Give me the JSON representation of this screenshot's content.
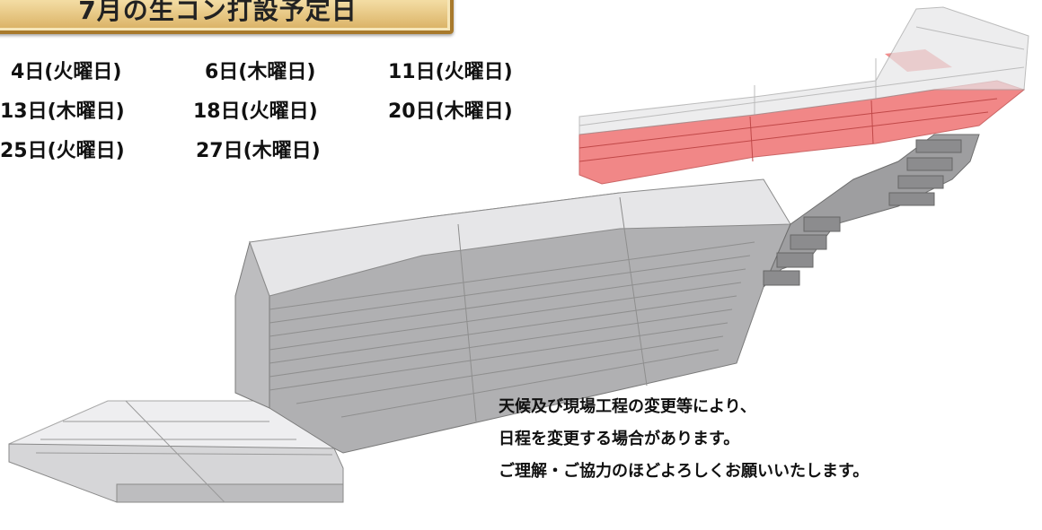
{
  "title": "7月の生コン打設予定日",
  "schedule": {
    "dates": [
      "4日(火曜日)",
      "6日(木曜日)",
      "11日(火曜日)",
      "13日(木曜日)",
      "18日(火曜日)",
      "20日(木曜日)",
      "25日(火曜日)",
      "27日(木曜日)"
    ]
  },
  "notice": {
    "line1": "天候及び現場工程の変更等により、",
    "line2": "日程を変更する場合があります。",
    "line3": "ご理解・ご協力のほどよろしくお願いいたします。"
  },
  "colors": {
    "plaque": "#e8c67c",
    "completed_concrete": "#c8c8ca",
    "scheduled_pour": "#ee6a6a",
    "future_lift": "#e6e6e8"
  }
}
